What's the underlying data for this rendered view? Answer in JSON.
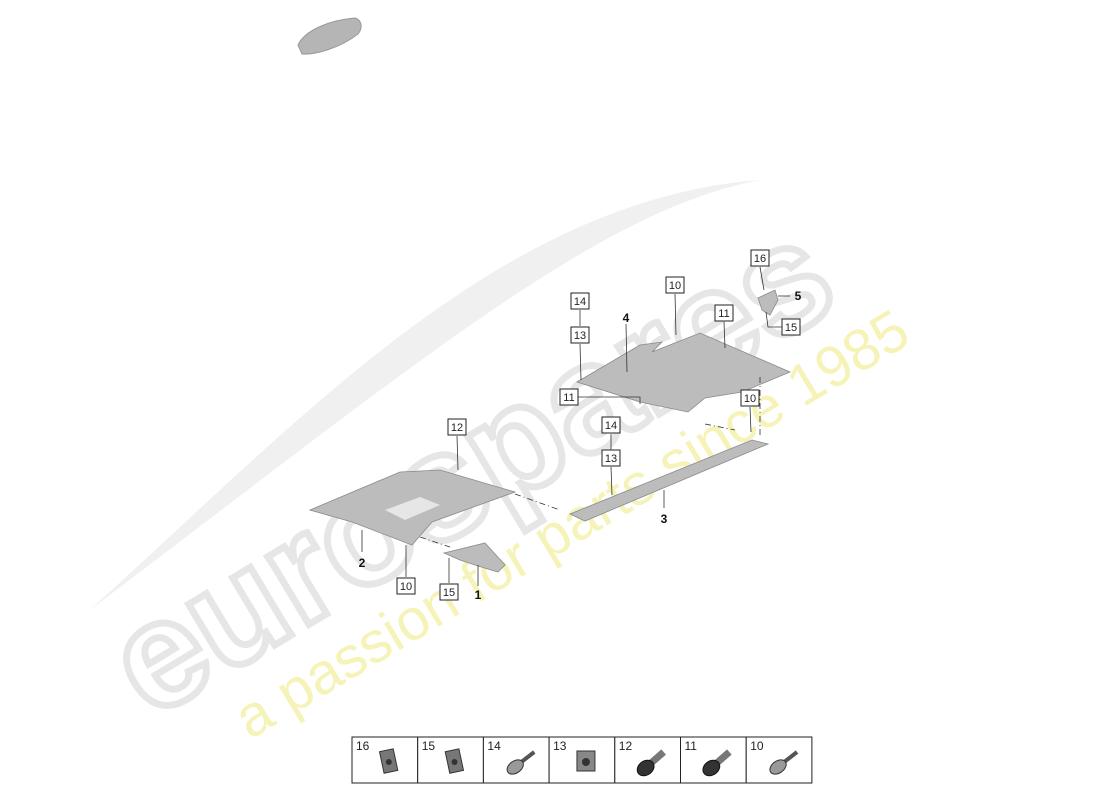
{
  "watermark": {
    "brand": "eurospares",
    "tagline": "a passion for parts since 1985",
    "tagline_color": "#f4f0a0"
  },
  "thumbnail_icon": "car-silhouette-icon",
  "callouts": {
    "part1": "1",
    "part2": "2",
    "part3": "3",
    "part4": "4",
    "part5": "5",
    "c16": "16",
    "c15a": "15",
    "c10a": "10",
    "c11a": "11",
    "c14a": "14",
    "c13a": "13",
    "c11b": "11",
    "c10b": "10",
    "c14b": "14",
    "c13b": "13",
    "c12": "12",
    "c10c": "10",
    "c15b": "15"
  },
  "legend": [
    {
      "number": "16",
      "icon": "clip-nut-icon"
    },
    {
      "number": "15",
      "icon": "clip-nut-icon"
    },
    {
      "number": "14",
      "icon": "screw-icon"
    },
    {
      "number": "13",
      "icon": "cage-nut-icon"
    },
    {
      "number": "12",
      "icon": "expansion-rivet-icon"
    },
    {
      "number": "11",
      "icon": "expansion-rivet-icon"
    },
    {
      "number": "10",
      "icon": "screw-icon"
    }
  ]
}
